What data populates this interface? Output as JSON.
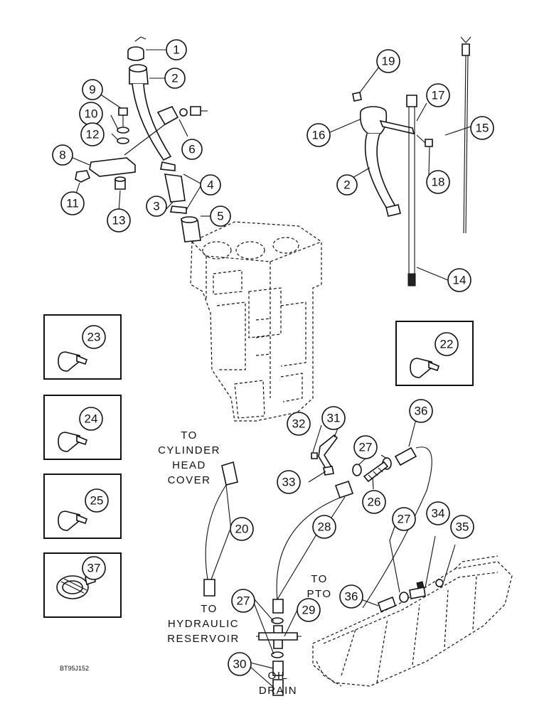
{
  "callouts": {
    "c1": "1",
    "c2a": "2",
    "c3": "3",
    "c4": "4",
    "c5": "5",
    "c6": "6",
    "c8": "8",
    "c9": "9",
    "c10": "10",
    "c11": "11",
    "c12": "12",
    "c13": "13",
    "c14": "14",
    "c15": "15",
    "c16": "16",
    "c17": "17",
    "c18": "18",
    "c19": "19",
    "c2b": "2",
    "c20": "20",
    "c22": "22",
    "c23": "23",
    "c24": "24",
    "c25": "25",
    "c26": "26",
    "c27a": "27",
    "c27b": "27",
    "c27c": "27",
    "c28": "28",
    "c29": "29",
    "c30": "30",
    "c31": "31",
    "c32": "32",
    "c33": "33",
    "c34": "34",
    "c35": "35",
    "c36a": "36",
    "c36b": "36",
    "c37": "37"
  },
  "labels": {
    "cyl_to": "TO",
    "cyl_1": "CYLINDER",
    "cyl_2": "HEAD",
    "cyl_3": "COVER",
    "hyd_to": "TO",
    "hyd_1": "HYDRAULIC",
    "hyd_2": "RESERVOIR",
    "pto_to": "TO",
    "pto_1": "PTO",
    "drain_1": "OIL",
    "drain_2": "DRAIN"
  },
  "figure_code": "BT95J152"
}
